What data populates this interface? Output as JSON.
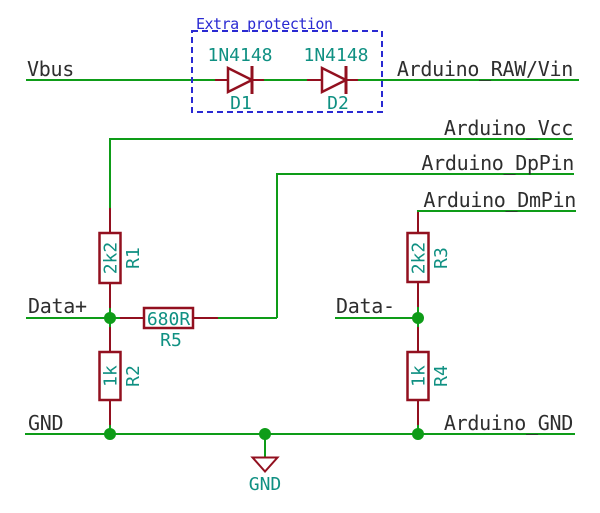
{
  "colors": {
    "background": "#ffffff",
    "wire_green": "#0e9c18",
    "component_red": "#92101f",
    "annotation_teal": "#0f9082",
    "note_blue": "#2a2ad2",
    "label_dark": "#2e2e2e"
  },
  "note": {
    "box_label": "Extra protection"
  },
  "nets": {
    "vbus": "Vbus",
    "arduino_raw_vin": "Arduino_RAW/Vin",
    "arduino_vcc": "Arduino_Vcc",
    "arduino_dppin": "Arduino_DpPin",
    "arduino_dmpin": "Arduino_DmPin",
    "data_plus": "Data+",
    "data_minus": "Data-",
    "gnd": "GND",
    "arduino_gnd": "Arduino_GND"
  },
  "components": {
    "d1": {
      "ref": "D1",
      "value": "1N4148"
    },
    "d2": {
      "ref": "D2",
      "value": "1N4148"
    },
    "r1": {
      "ref": "R1",
      "value": "2k2"
    },
    "r2": {
      "ref": "R2",
      "value": "1k"
    },
    "r3": {
      "ref": "R3",
      "value": "2k2"
    },
    "r4": {
      "ref": "R4",
      "value": "1k"
    },
    "r5": {
      "ref": "R5",
      "value": "680R"
    },
    "gnd_power": {
      "label": "GND"
    }
  }
}
